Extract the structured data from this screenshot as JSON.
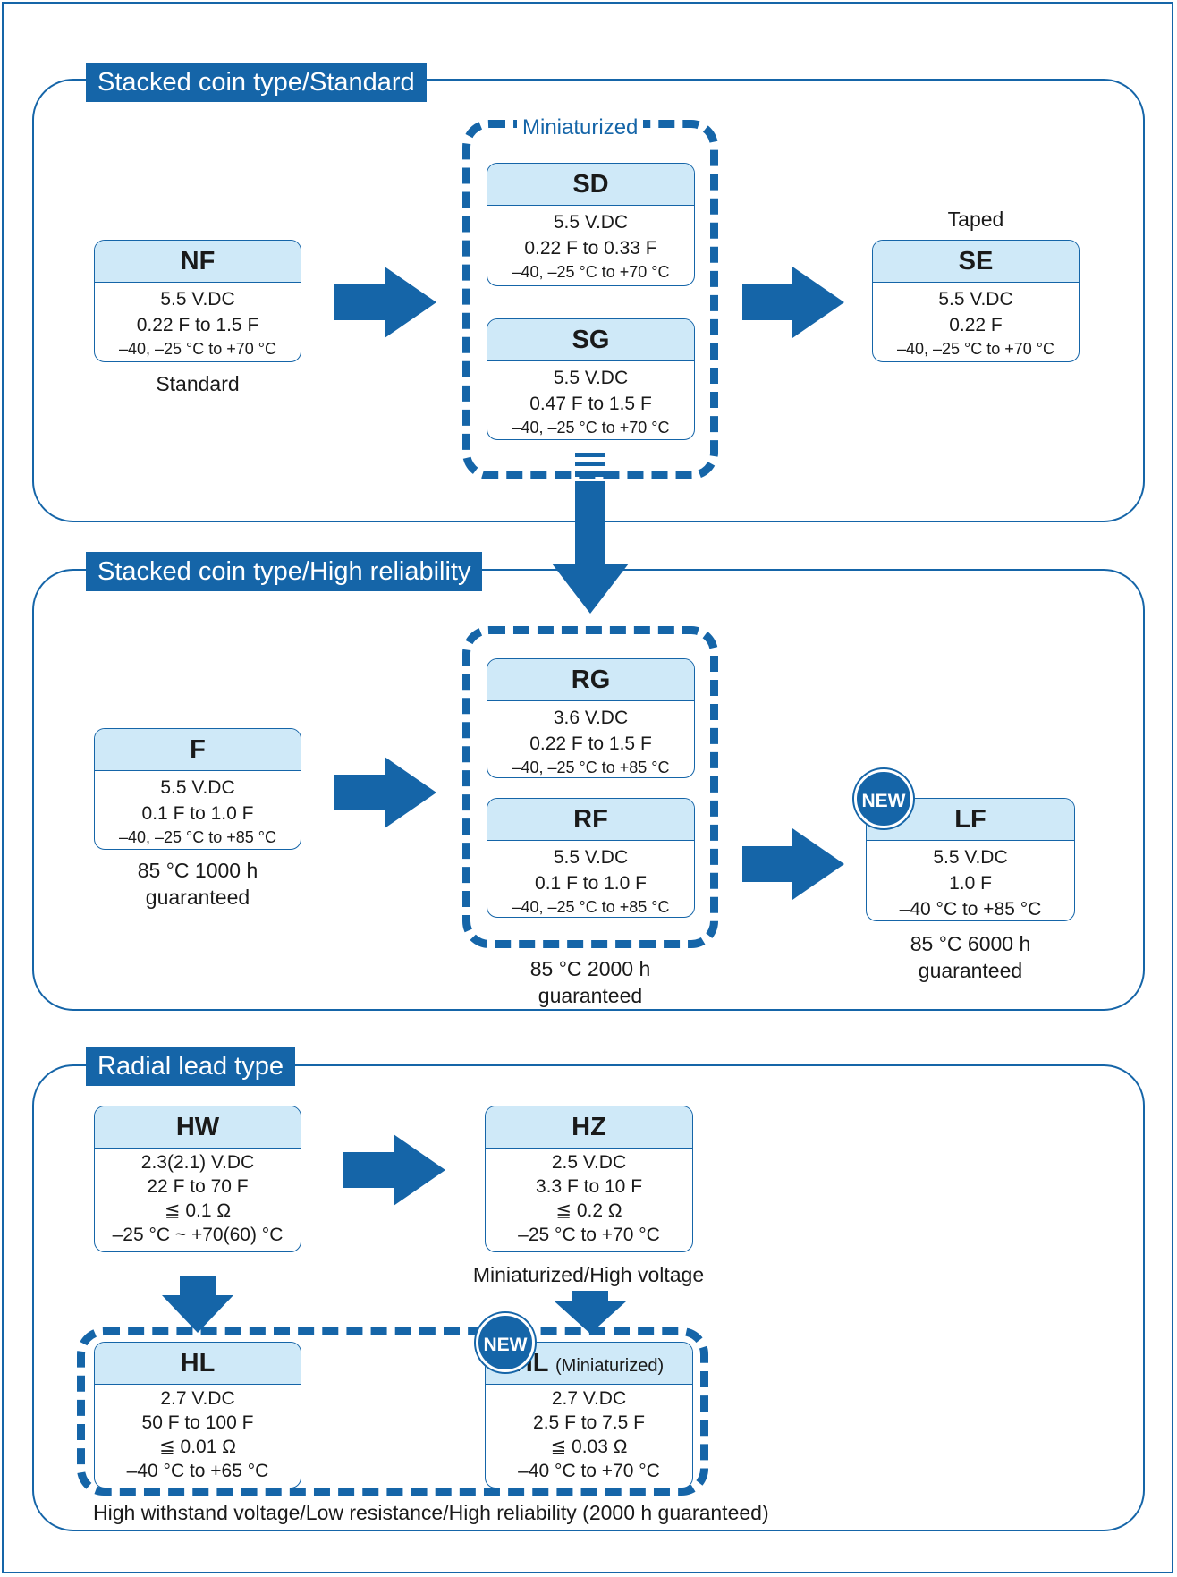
{
  "sections": {
    "standard": {
      "title": "Stacked coin type/Standard"
    },
    "high_reliability": {
      "title": "Stacked coin type/High reliability"
    },
    "radial": {
      "title": "Radial lead type"
    }
  },
  "groups": {
    "miniaturized": {
      "label": "Miniaturized"
    }
  },
  "cards": {
    "nf": {
      "name": "NF",
      "voltage": "5.5 V.DC",
      "capacitance": "0.22 F to 1.5 F",
      "temperature": "–40, –25 °C to +70 °C"
    },
    "sd": {
      "name": "SD",
      "voltage": "5.5 V.DC",
      "capacitance": "0.22 F to 0.33 F",
      "temperature": "–40, –25 °C to +70 °C"
    },
    "sg": {
      "name": "SG",
      "voltage": "5.5 V.DC",
      "capacitance": "0.47 F to 1.5 F",
      "temperature": "–40, –25 °C to +70 °C"
    },
    "se": {
      "name": "SE",
      "voltage": "5.5 V.DC",
      "capacitance": "0.22 F",
      "temperature": "–40, –25 °C to +70 °C"
    },
    "f": {
      "name": "F",
      "voltage": "5.5 V.DC",
      "capacitance": "0.1 F to 1.0 F",
      "temperature": "–40, –25 °C to +85 °C"
    },
    "rg": {
      "name": "RG",
      "voltage": "3.6 V.DC",
      "capacitance": "0.22 F to 1.5 F",
      "temperature": "–40, –25 °C to +85 °C"
    },
    "rf": {
      "name": "RF",
      "voltage": "5.5 V.DC",
      "capacitance": "0.1 F to 1.0 F",
      "temperature": "–40, –25 °C to +85 °C"
    },
    "lf": {
      "name": "LF",
      "voltage": "5.5 V.DC",
      "capacitance": "1.0 F",
      "temperature": "–40 °C to +85 °C"
    },
    "hw": {
      "name": "HW",
      "voltage": "2.3(2.1) V.DC",
      "capacitance": "22 F to 70 F",
      "resistance": "≦ 0.1 Ω",
      "temperature": "–25 °C ~ +70(60) °C"
    },
    "hz": {
      "name": "HZ",
      "voltage": "2.5 V.DC",
      "capacitance": "3.3 F to 10 F",
      "resistance": "≦ 0.2 Ω",
      "temperature": "–25 °C to +70 °C"
    },
    "hl": {
      "name": "HL",
      "voltage": "2.7 V.DC",
      "capacitance": "50 F to 100 F",
      "resistance": "≦ 0.01 Ω",
      "temperature": "–40 °C to +65 °C"
    },
    "hl_mini": {
      "name": "HL",
      "subname": "(Miniaturized)",
      "voltage": "2.7 V.DC",
      "capacitance": "2.5 F to 7.5 F",
      "resistance": "≦ 0.03 Ω",
      "temperature": "–40 °C to +70 °C"
    }
  },
  "captions": {
    "nf": "Standard",
    "se": "Taped",
    "f_line1": "85 °C 1000 h",
    "f_line2": "guaranteed",
    "r_line1": "85 °C 2000 h",
    "r_line2": "guaranteed",
    "lf_line1": "85 °C 6000 h",
    "lf_line2": "guaranteed",
    "hz": "Miniaturized/High voltage",
    "hl_group": "High withstand voltage/Low resistance/High reliability (2000 h guaranteed)"
  },
  "badges": {
    "new": "NEW"
  },
  "colors": {
    "accent": "#1565a8",
    "card_header": "#cfe9f8"
  }
}
